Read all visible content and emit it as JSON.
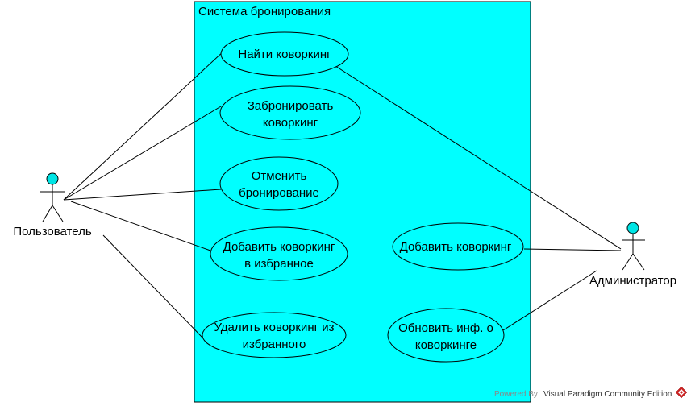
{
  "system": {
    "title": "Система бронирования"
  },
  "actors": {
    "user": "Пользователь",
    "admin": "Администратор"
  },
  "use_cases": {
    "find": [
      "Найти коворкинг"
    ],
    "book": [
      "Забронировать",
      "коворкинг"
    ],
    "cancel": [
      "Отменить",
      "бронирование"
    ],
    "add_favorite": [
      "Добавить коворкинг",
      "в избранное"
    ],
    "remove_favorite": [
      "Удалить коворкинг из",
      "избранного"
    ],
    "add_coworking": [
      "Добавить коворкинг"
    ],
    "update_info": [
      "Обновить инф. о",
      "коворкинге"
    ]
  },
  "footer": {
    "powered_by": "Powered By",
    "edition": "Visual Paradigm Community Edition",
    "logo_icon": "visual-paradigm-logo-icon"
  },
  "colors": {
    "system_fill": "#00ffff",
    "usecase_fill": "#00ffff",
    "actor_head": "#00e5e5",
    "logo_red": "#cc2222"
  }
}
